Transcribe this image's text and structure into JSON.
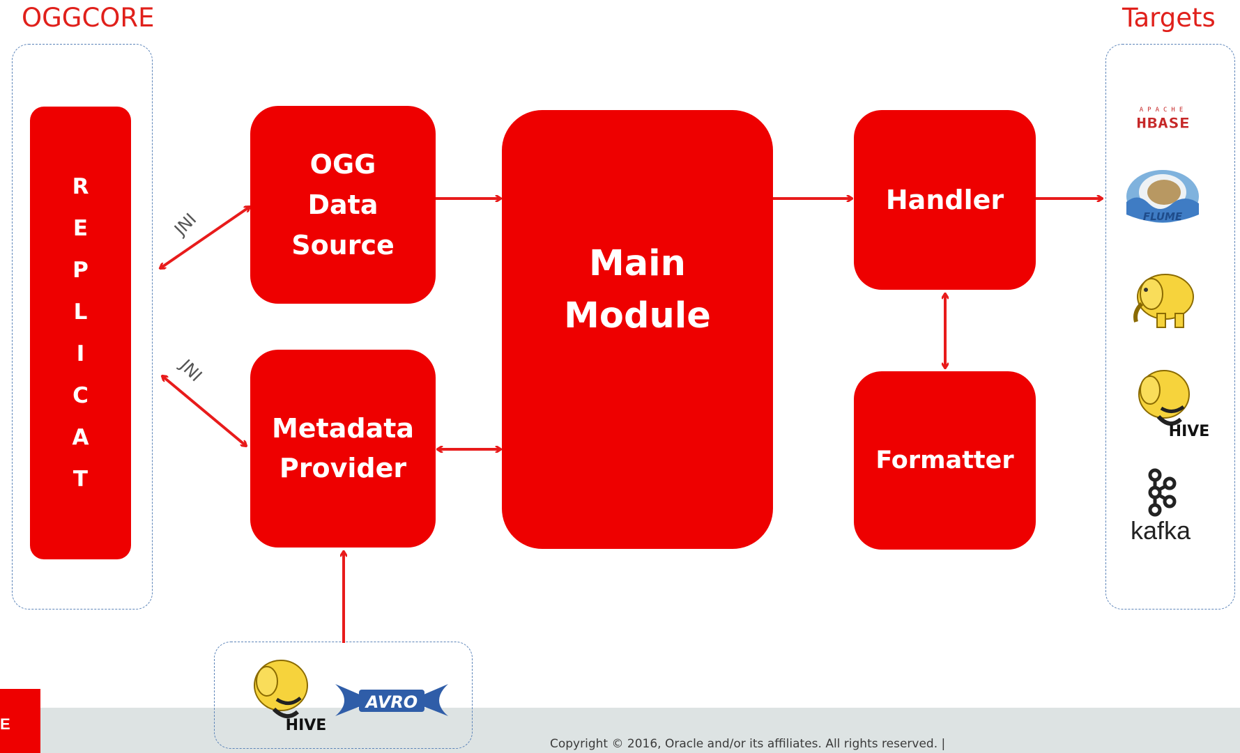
{
  "left_group": {
    "title": "OGGCORE",
    "replicat_label": "R\nE\nP\nL\nI\nC\nA\nT"
  },
  "right_group": {
    "title": "Targets"
  },
  "boxes": {
    "data_source": "OGG\nData\nSource",
    "metadata_provider": "Metadata\nProvider",
    "main_module": "Main\nModule",
    "handler": "Handler",
    "formatter": "Formatter"
  },
  "connectors": {
    "jni_top": "JNI",
    "jni_bottom": "JNI"
  },
  "targets": {
    "hbase_top": "APACHE",
    "hbase": "HBASE",
    "flume": "FLUME",
    "hive": "HIVE",
    "kafka": "kafka"
  },
  "metadata_sources": {
    "hive": "HIVE",
    "avro": "AVRO"
  },
  "footer": {
    "copyright": "Copyright © 2016, Oracle and/or its affiliates. All rights reserved.  |"
  },
  "colors": {
    "box": "#ee0000",
    "arrow": "#e81b1b",
    "dashed": "#5b83b8",
    "title": "#e0201b"
  }
}
